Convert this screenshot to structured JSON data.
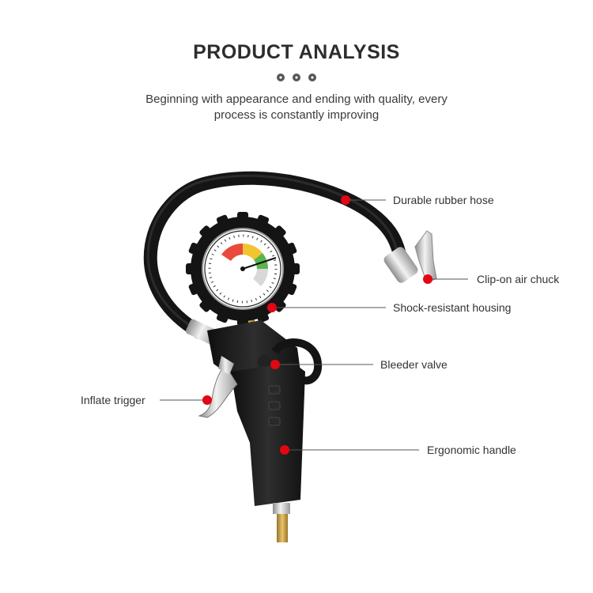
{
  "header": {
    "title": "PRODUCT ANALYSIS",
    "subtitle_line1": "Beginning with appearance and ending with quality, every",
    "subtitle_line2": "process is constantly improving"
  },
  "callouts": [
    {
      "label": "Durable rubber hose"
    },
    {
      "label": "Clip-on air chuck"
    },
    {
      "label": "Shock-resistant housing"
    },
    {
      "label": "Bleeder valve"
    },
    {
      "label": "Inflate trigger"
    },
    {
      "label": "Ergonomic handle"
    }
  ],
  "colors": {
    "accent": "#e30613",
    "body": "#1c1c1c",
    "metal": "#c9c9c9",
    "brass": "#c99a3b"
  },
  "icons": {
    "divider": "three-gear-dots-icon"
  }
}
